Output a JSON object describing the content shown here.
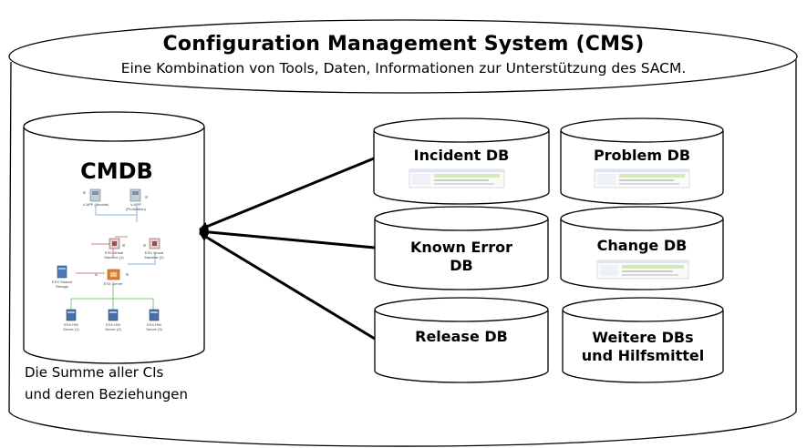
{
  "cms": {
    "title": "Configuration Management System (CMS)",
    "subtitle": "Eine Kombination von Tools, Daten, Informationen zur Unterstützung des SACM."
  },
  "cmdb": {
    "title": "CMDB",
    "description_line1": "Die Summe aller CIs",
    "description_line2": "und deren Beziehungen",
    "nodes": [
      {
        "name": "vapp-moodle",
        "label1": "V-APP (Moodle)",
        "label2": ""
      },
      {
        "name": "vapp-production",
        "label1": "V-APP",
        "label2": "(Produktion)"
      },
      {
        "name": "esx-vm-1",
        "label1": "ESX Virtual",
        "label2": "Machine (1)"
      },
      {
        "name": "esx-vm-2",
        "label1": "ESX Virtual",
        "label2": "Machine (2)"
      },
      {
        "name": "esx-shared-storage",
        "label1": "ESX Shared",
        "label2": "Storage"
      },
      {
        "name": "esx-server",
        "label1": "ESX Server",
        "label2": ""
      },
      {
        "name": "esx-hw-1",
        "label1": "ESX HW",
        "label2": "Server (1)"
      },
      {
        "name": "esx-hw-2",
        "label1": "ESX HW",
        "label2": "Server (2)"
      },
      {
        "name": "esx-hw-3",
        "label1": "ESX HW",
        "label2": "Server (3)"
      }
    ]
  },
  "databases": {
    "incident": "Incident DB",
    "problem": "Problem DB",
    "known_error_line1": "Known Error",
    "known_error_line2": "DB",
    "change": "Change DB",
    "release": "Release DB",
    "other_line1": "Weitere DBs",
    "other_line2": "und Hilfsmittel"
  },
  "colors": {
    "outline": "#000000",
    "arrow": "#000000",
    "thumbnail_highlight": "#d6e9b8"
  }
}
